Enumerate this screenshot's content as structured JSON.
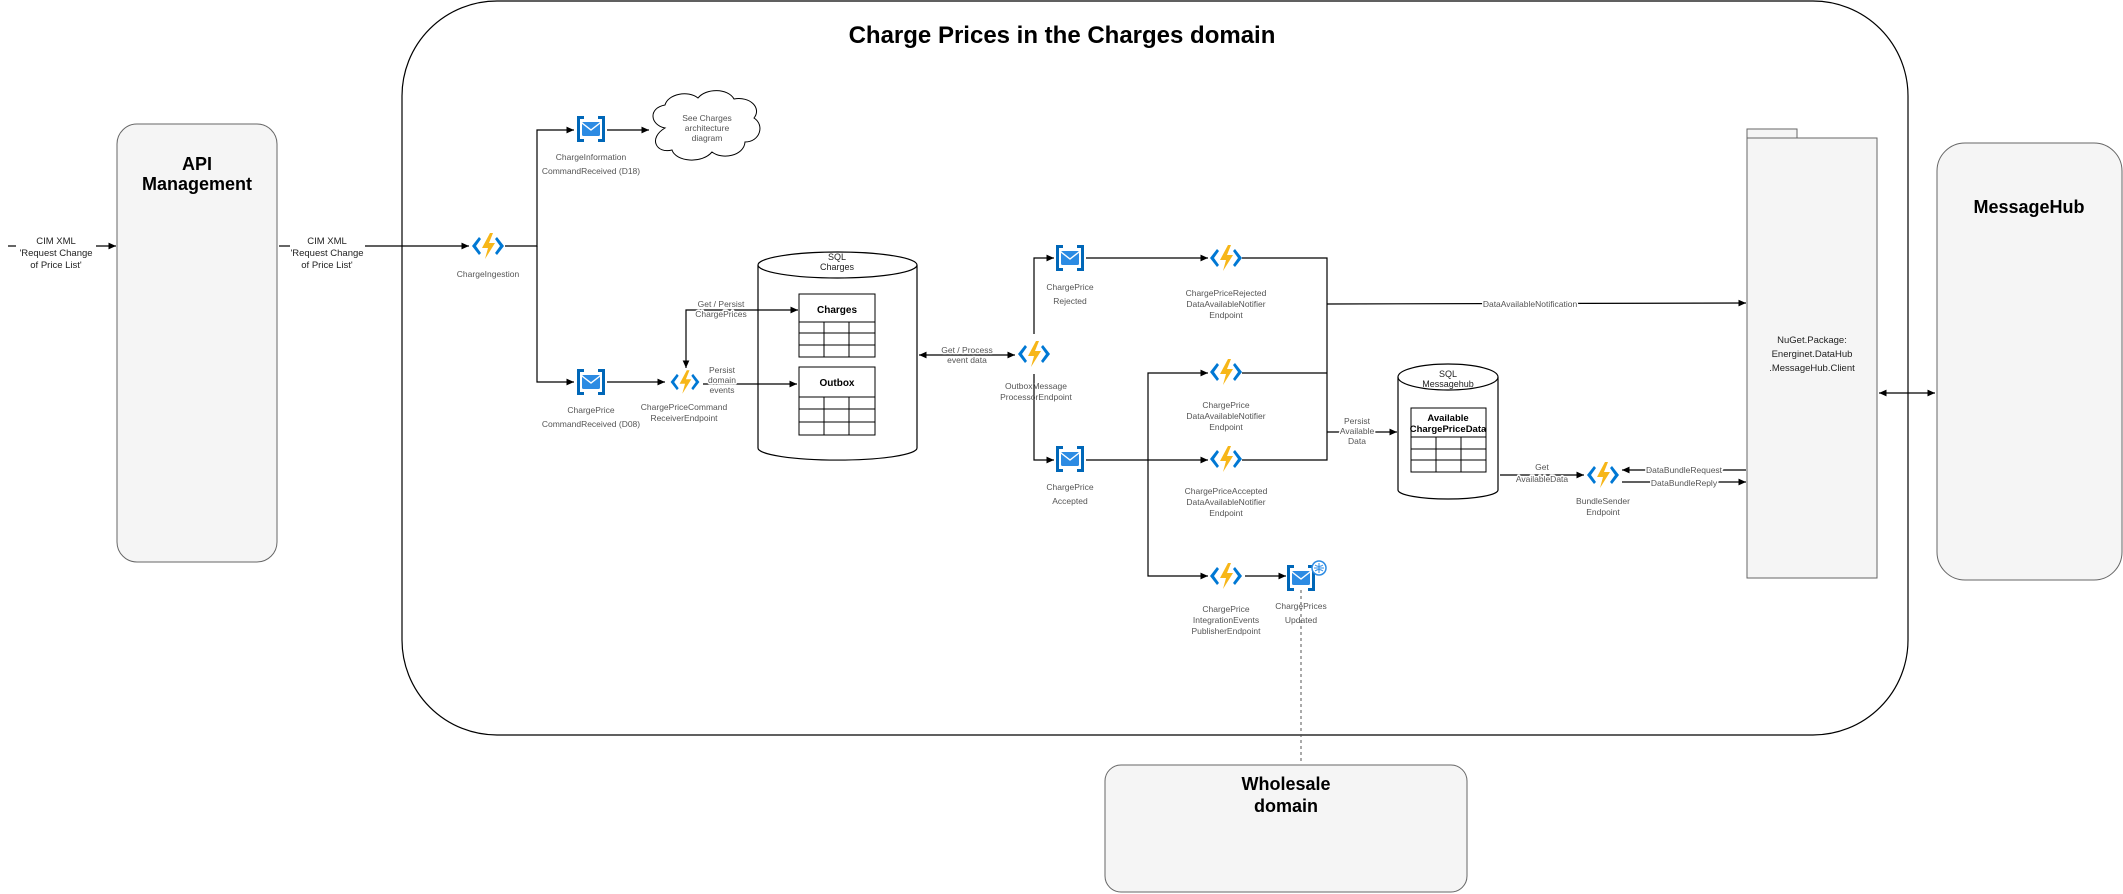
{
  "title": "Charge Prices in the Charges domain",
  "api_management": "API\nManagement",
  "messagehub": "MessageHub",
  "wholesale": "Wholesale\ndomain",
  "input_label_left": "CIM XML\n'Request Change\nof Price List'",
  "input_label_right": "CIM XML\n'Request Change\nof Price List'",
  "cloud_text": "See Charges\narchitecture\ndiagram",
  "nodes": {
    "charge_ingestion": "ChargeIngestion",
    "charge_information_queue": "ChargeInformation\nCommandReceived (D18)",
    "charge_price_queue": "ChargePrice\nCommandReceived (D08)",
    "charge_price_receiver": "ChargePriceCommand\nReceiverEndpoint",
    "outbox_processor": "OutboxMessage\nProcessorEndpoint",
    "rejected_queue": "ChargePrice\nRejected",
    "accepted_queue": "ChargePrice\nAccepted",
    "rejected_notifier": "ChargePriceRejected\nDataAvailableNotifier\nEndpoint",
    "price_notifier": "ChargePrice\nDataAvailableNotifier\nEndpoint",
    "accepted_notifier": "ChargePriceAccepted\nDataAvailableNotifier\nEndpoint",
    "integration_publisher": "ChargePrice\nIntegrationEvents\nPublisherEndpoint",
    "prices_updated_topic": "ChargePrices\nUpdated",
    "bundle_sender": "BundleSender\nEndpoint",
    "nuget_package": "NuGet.Package:\nEnerginet.DataHub\n.MessageHub.Client"
  },
  "sql_charges": {
    "label": "SQL\nCharges",
    "tables": [
      "Charges",
      "Outbox"
    ]
  },
  "sql_messagehub": {
    "label": "SQL\nMessagehub",
    "tables": [
      "Available\nChargePriceData"
    ]
  },
  "edge_labels": {
    "get_persist": "Get / Persist\nChargePrices",
    "persist_domain_events": "Persist\ndomain\nevents",
    "get_process": "Get / Process\nevent data",
    "data_available_notification": "DataAvailableNotification",
    "persist_available_data": "Persist\nAvailable\nData",
    "get_available_data": "Get\nAvailableData",
    "data_bundle_request": "DataBundleRequest",
    "data_bundle_reply": "DataBundleReply"
  }
}
